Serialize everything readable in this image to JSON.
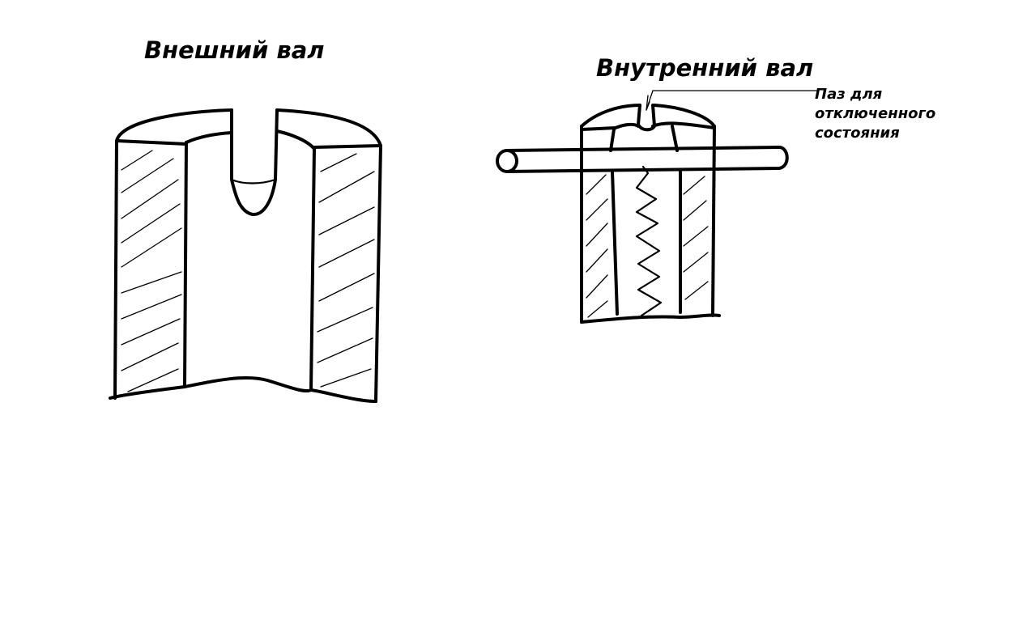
{
  "diagram": {
    "outer_shaft": {
      "title": "Внешний вал"
    },
    "inner_shaft": {
      "title": "Внутренний вал",
      "callout": [
        "Паз для",
        "отключенного",
        "состояния"
      ]
    }
  }
}
